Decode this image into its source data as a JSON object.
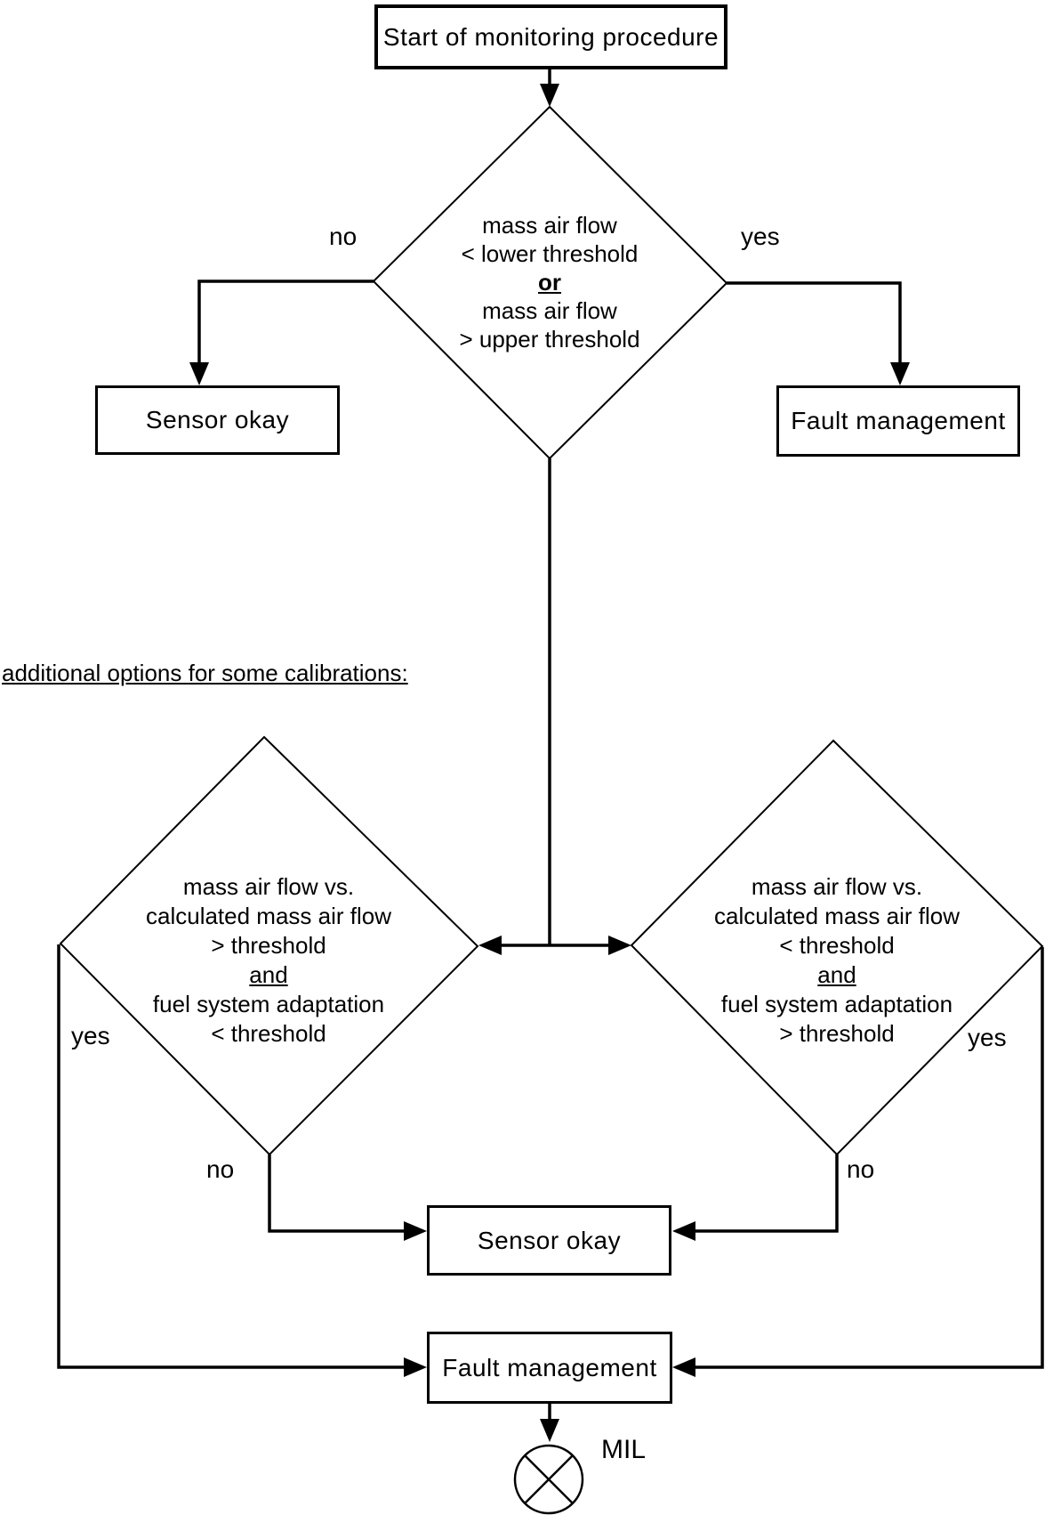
{
  "diagram": {
    "start": {
      "label": "Start of monitoring procedure"
    },
    "decision_main": {
      "lines": [
        "mass air flow",
        "< lower threshold",
        "or",
        "mass air flow",
        "> upper threshold"
      ]
    },
    "sensor_okay_top": {
      "label": "Sensor okay"
    },
    "fault_management_top": {
      "label": "Fault management"
    },
    "section_heading": {
      "label": "additional options for some calibrations:"
    },
    "decision_left": {
      "lines": [
        "mass air flow vs.",
        "calculated mass air flow",
        "> threshold",
        "and",
        "fuel system adaptation",
        "< threshold"
      ]
    },
    "decision_right": {
      "lines": [
        "mass air flow vs.",
        "calculated mass air flow",
        "< threshold",
        "and",
        "fuel system adaptation",
        "> threshold"
      ]
    },
    "sensor_okay_bottom": {
      "label": "Sensor okay"
    },
    "fault_management_bottom": {
      "label": "Fault management"
    },
    "mil": {
      "label": "MIL"
    },
    "edge_labels": {
      "no_top": "no",
      "yes_top": "yes",
      "yes_left": "yes",
      "no_left": "no",
      "yes_right": "yes",
      "no_right": "no"
    },
    "colors": {
      "line": "#000000",
      "background": "#ffffff"
    }
  }
}
